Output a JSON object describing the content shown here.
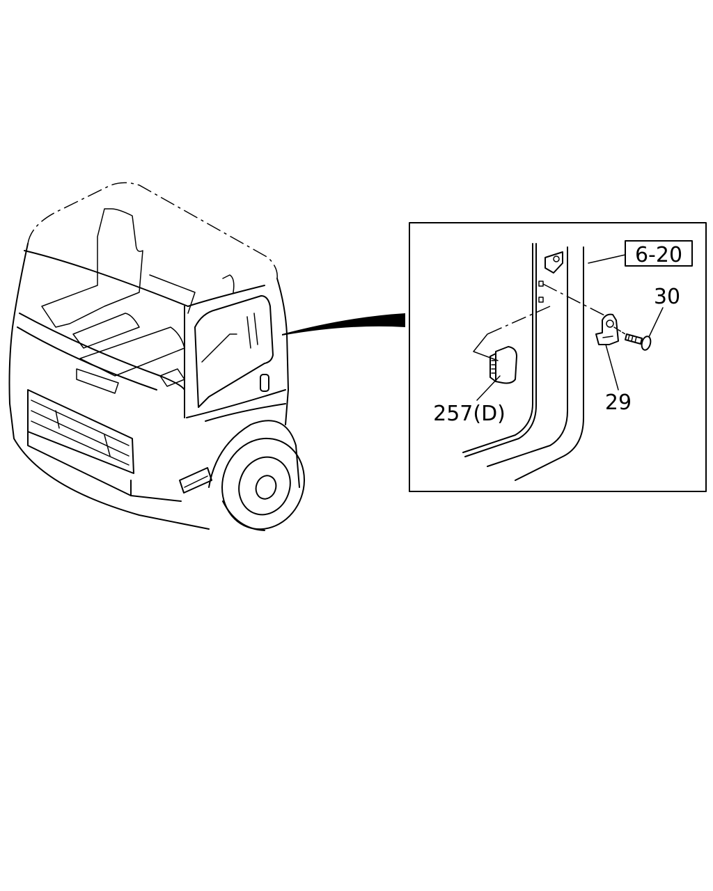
{
  "diagram": {
    "reference_box_label": "6-20",
    "callouts": [
      {
        "id": "30",
        "text": "30"
      },
      {
        "id": "29",
        "text": "29"
      },
      {
        "id": "257D",
        "text": "257(D)"
      }
    ]
  }
}
